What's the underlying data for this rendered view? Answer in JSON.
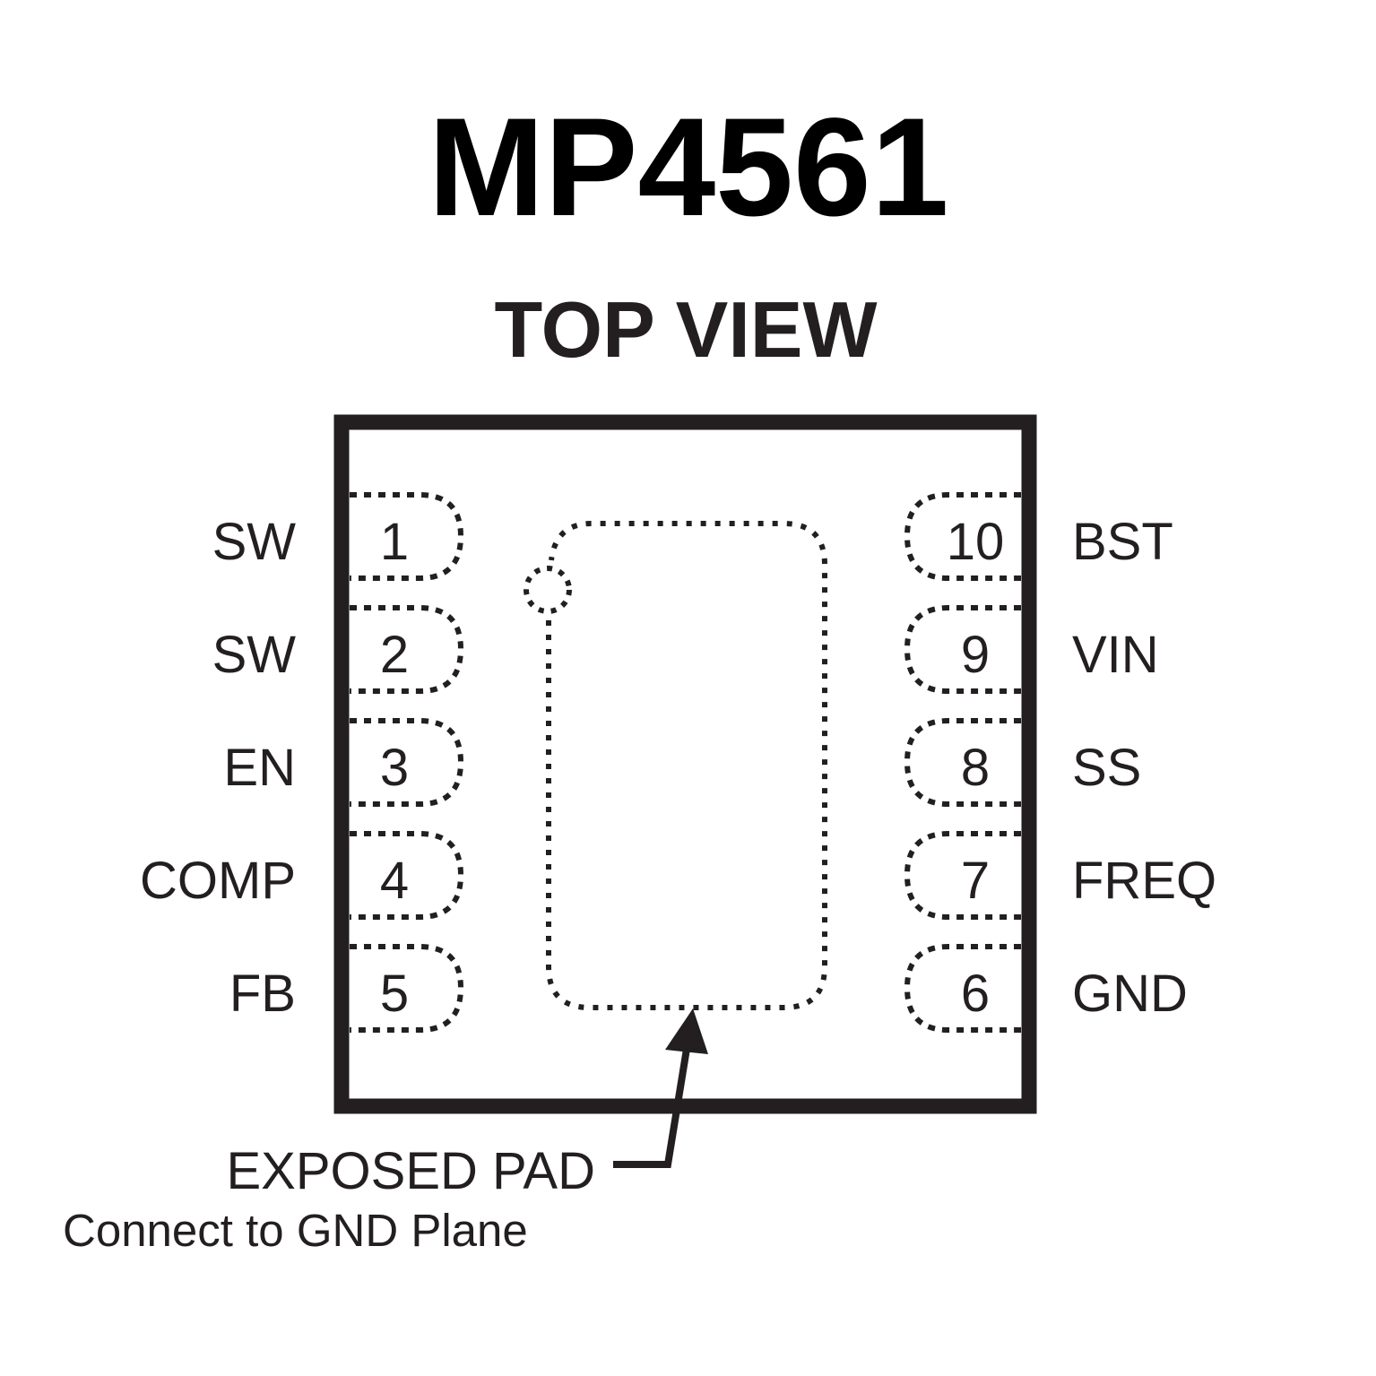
{
  "diagram": {
    "part_number": "MP4561",
    "view_label": "TOP VIEW",
    "package": {
      "type": "QFN-10 (exposed pad)",
      "left_pins": [
        {
          "number": "1",
          "name": "SW"
        },
        {
          "number": "2",
          "name": "SW"
        },
        {
          "number": "3",
          "name": "EN"
        },
        {
          "number": "4",
          "name": "COMP"
        },
        {
          "number": "5",
          "name": "FB"
        }
      ],
      "right_pins": [
        {
          "number": "10",
          "name": "BST"
        },
        {
          "number": "9",
          "name": "VIN"
        },
        {
          "number": "8",
          "name": "SS"
        },
        {
          "number": "7",
          "name": "FREQ"
        },
        {
          "number": "6",
          "name": "GND"
        }
      ],
      "pin1_marker": "circle"
    },
    "exposed_pad": {
      "label": "EXPOSED PAD",
      "note": "Connect to GND Plane"
    },
    "colors": {
      "ink": "#231f20",
      "background": "#ffffff"
    }
  }
}
